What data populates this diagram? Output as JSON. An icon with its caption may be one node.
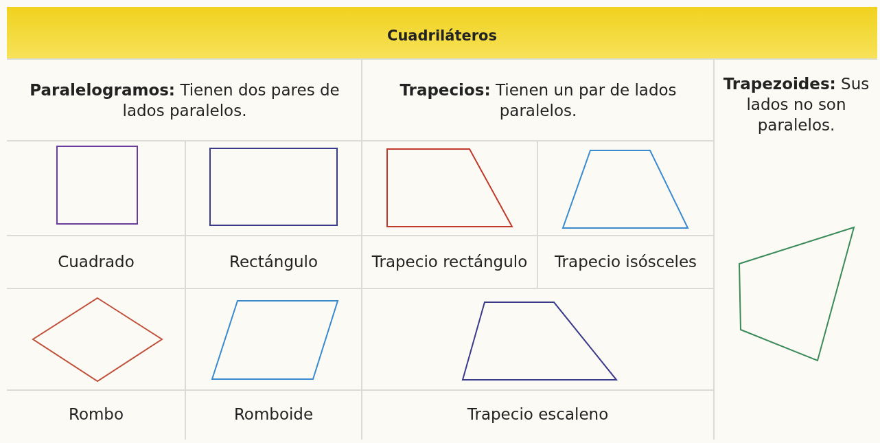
{
  "diagram": {
    "title": "Cuadriláteros",
    "labels": [
      "**Paralelogramos:** Tienen dos pares de lados paralelos.",
      "**Trapecios:** Tienen un par de lados paralelos.",
      "**Trapezoides:** Sus lados no son paralelos.",
      "Cuadrado",
      "Rectángulo",
      "Trapecio rectángulo",
      "Trapecio isósceles",
      "Rombo",
      "Romboide",
      "Trapecio escaleno"
    ]
  }
}
